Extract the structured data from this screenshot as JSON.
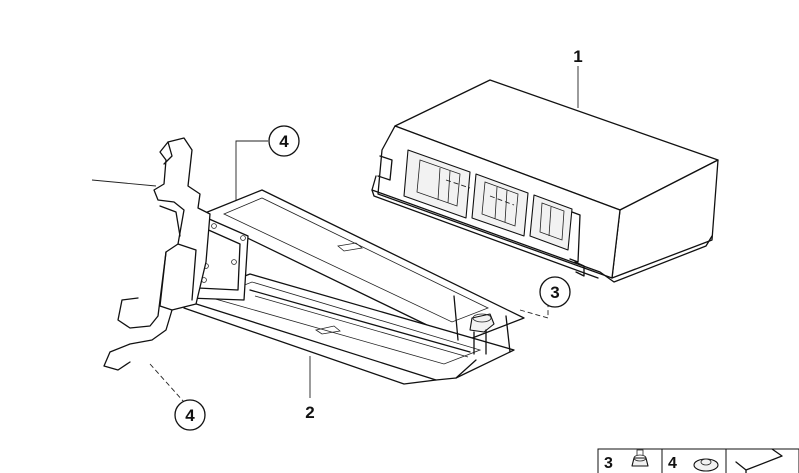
{
  "callouts": {
    "c1": "1",
    "c2": "2",
    "c3": "3",
    "c4_top": "4",
    "c4_bottom": "4"
  },
  "legend": {
    "item3": "3",
    "item4": "4"
  }
}
